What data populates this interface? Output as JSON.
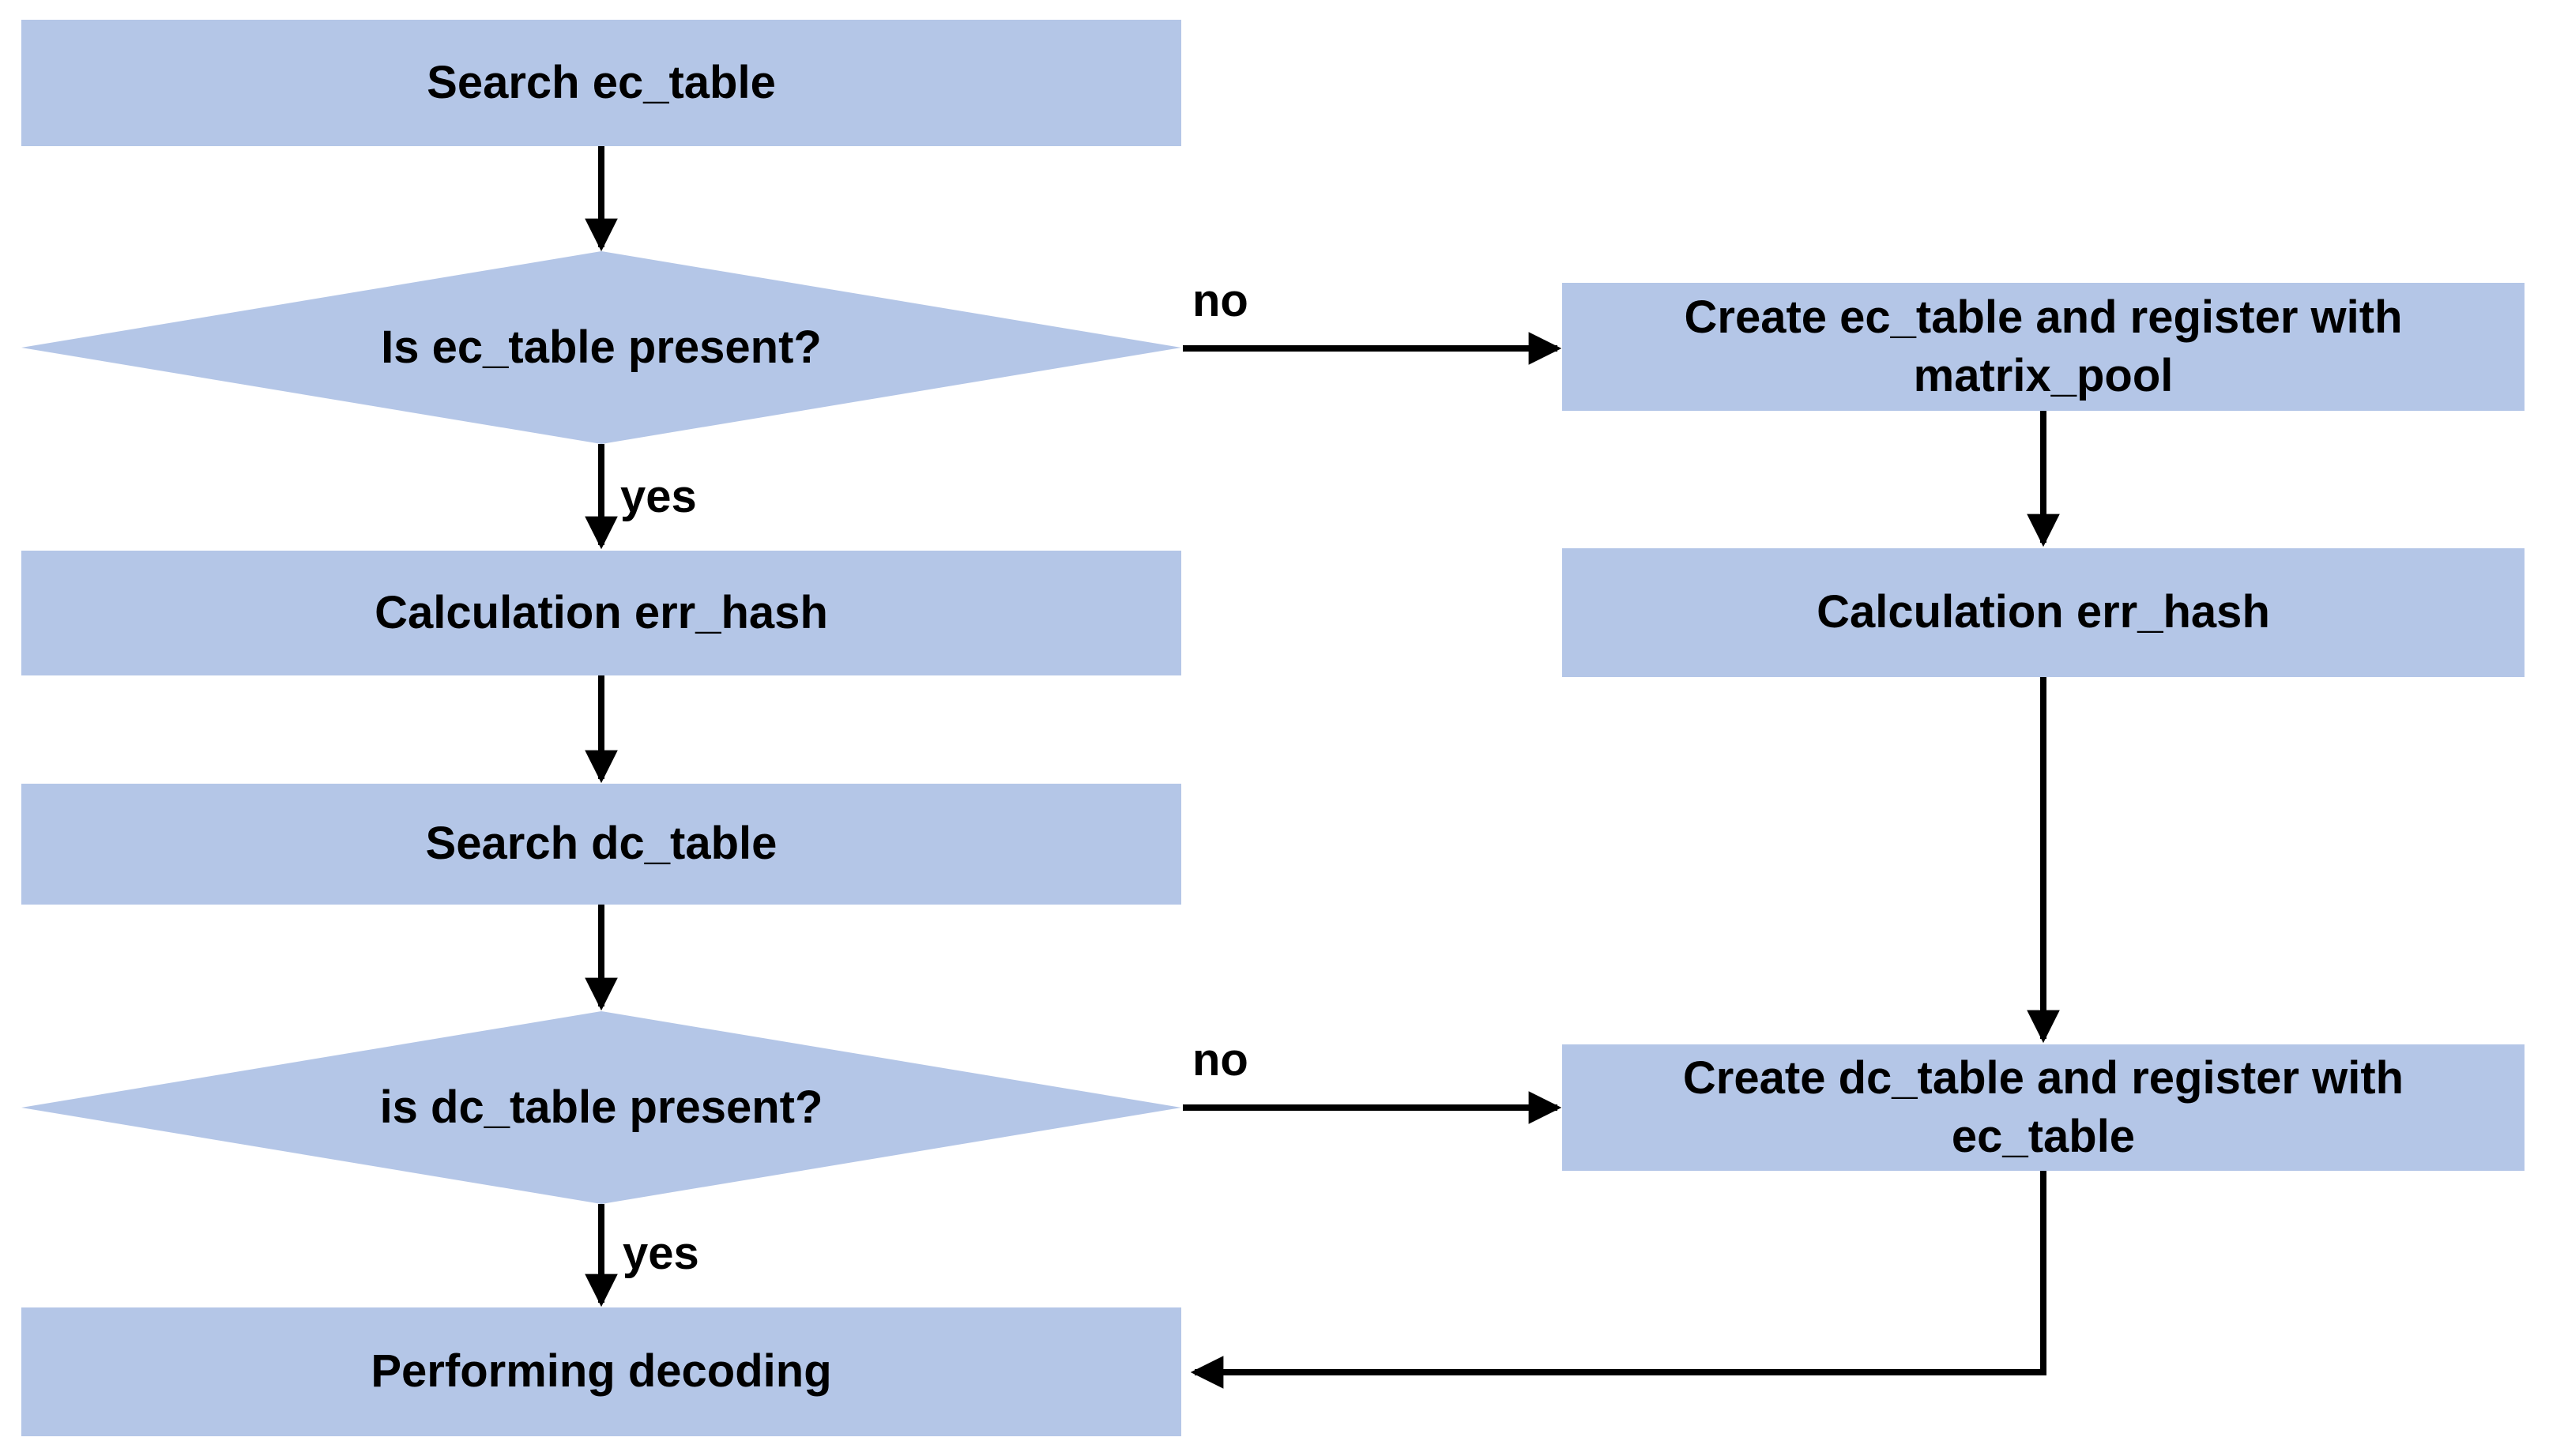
{
  "colors": {
    "node_fill": "#b4c6e7",
    "connector": "#000000",
    "text": "#000000",
    "background": "#ffffff"
  },
  "flowchart": {
    "nodes": {
      "search_ec_table": {
        "label": "Search ec_table",
        "type": "process"
      },
      "is_ec_table_present": {
        "label": "Is ec_table present?",
        "type": "decision"
      },
      "calculation_err_hash_left": {
        "label": "Calculation err_hash",
        "type": "process"
      },
      "search_dc_table": {
        "label": "Search dc_table",
        "type": "process"
      },
      "is_dc_table_present": {
        "label": "is dc_table present?",
        "type": "decision"
      },
      "performing_decoding": {
        "label": "Performing decoding",
        "type": "process"
      },
      "create_ec_table": {
        "label": "Create ec_table and register with matrix_pool",
        "type": "process"
      },
      "calculation_err_hash_right": {
        "label": "Calculation err_hash",
        "type": "process"
      },
      "create_dc_table": {
        "label": "Create dc_table and register with ec_table",
        "type": "process"
      }
    },
    "edges": [
      {
        "from": "search_ec_table",
        "to": "is_ec_table_present",
        "label": ""
      },
      {
        "from": "is_ec_table_present",
        "to": "create_ec_table",
        "label": "no"
      },
      {
        "from": "is_ec_table_present",
        "to": "calculation_err_hash_left",
        "label": "yes"
      },
      {
        "from": "calculation_err_hash_left",
        "to": "search_dc_table",
        "label": ""
      },
      {
        "from": "search_dc_table",
        "to": "is_dc_table_present",
        "label": ""
      },
      {
        "from": "is_dc_table_present",
        "to": "create_dc_table",
        "label": "no"
      },
      {
        "from": "is_dc_table_present",
        "to": "performing_decoding",
        "label": "yes"
      },
      {
        "from": "create_ec_table",
        "to": "calculation_err_hash_right",
        "label": ""
      },
      {
        "from": "calculation_err_hash_right",
        "to": "create_dc_table",
        "label": ""
      },
      {
        "from": "create_dc_table",
        "to": "performing_decoding",
        "label": ""
      }
    ]
  }
}
